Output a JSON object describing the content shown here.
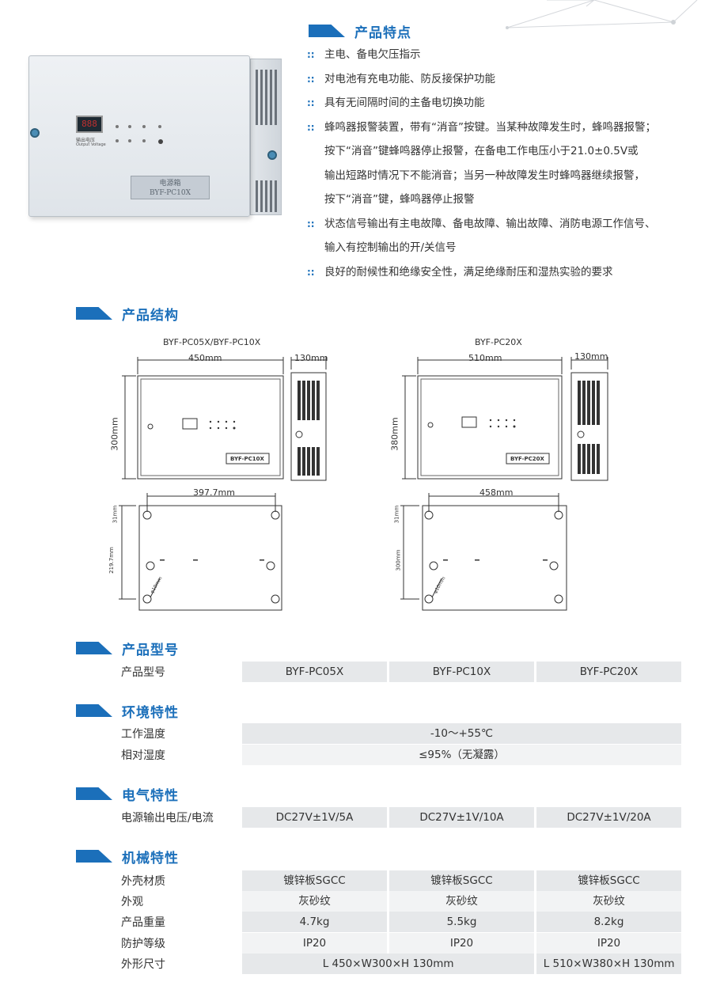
{
  "features": {
    "title": "产品特点",
    "items": [
      "主电、备电欠压指示",
      "对电池有充电功能、防反接保护功能",
      "具有无间隔时间的主备电切换功能",
      "蜂鸣器报警装置，带有“消音”按键。当某种故障发生时，蜂鸣器报警；",
      "按下“消音”键蜂鸣器停止报警，在备电工作电压小于21.0±0.5V或",
      "输出短路时情况下不能消音；当另一种故障发生时蜂鸣器继续报警，",
      "按下“消音”键，蜂鸣器停止报警",
      "状态信号输出有主电故障、备电故障、输出故障、消防电源工作信号、",
      "输入有控制输出的开/关信号",
      "良好的耐候性和绝缘安全性，满足绝缘耐压和湿热实验的要求"
    ],
    "bullet": "::"
  },
  "photo": {
    "lcd": "888",
    "lcd_caption_cn": "输出电压",
    "lcd_caption_en": "Output Voltage",
    "plate_line1": "电源箱",
    "plate_line2": "BYF-PC10X"
  },
  "structure": {
    "title": "产品结构",
    "left": {
      "model": "BYF-PC05X/BYF-PC10X",
      "width": "450mm",
      "depth": "130mm",
      "height": "300mm",
      "hole_span": "397.7mm",
      "top_offset": "31mm",
      "hole_height": "219.7mm",
      "hole_dia": "φ10mm",
      "plate": "BYF-PC10X"
    },
    "right": {
      "model": "BYF-PC20X",
      "width": "510mm",
      "depth": "130mm",
      "height": "380mm",
      "hole_span": "458mm",
      "top_offset": "31mm",
      "hole_height": "300mm",
      "hole_dia": "φ10mm",
      "plate": "BYF-PC20X"
    }
  },
  "model_section": {
    "title": "产品型号",
    "rows": [
      {
        "label": "产品型号",
        "cells": [
          "BYF-PC05X",
          "BYF-PC10X",
          "BYF-PC20X"
        ]
      }
    ]
  },
  "env_section": {
    "title": "环境特性",
    "rows": [
      {
        "label": "工作温度",
        "cells": [
          "-10～+55℃"
        ]
      },
      {
        "label": "相对湿度",
        "cells": [
          "≤95%（无凝露）"
        ]
      }
    ]
  },
  "elec_section": {
    "title": "电气特性",
    "rows": [
      {
        "label": "电源输出电压/电流",
        "cells": [
          "DC27V±1V/5A",
          "DC27V±1V/10A",
          "DC27V±1V/20A"
        ]
      }
    ]
  },
  "mech_section": {
    "title": "机械特性",
    "rows": [
      {
        "label": "外壳材质",
        "cells": [
          "镀锌板SGCC",
          "镀锌板SGCC",
          "镀锌板SGCC"
        ]
      },
      {
        "label": "外观",
        "cells": [
          "灰砂纹",
          "灰砂纹",
          "灰砂纹"
        ]
      },
      {
        "label": "产品重量",
        "cells": [
          "4.7kg",
          "5.5kg",
          "8.2kg"
        ]
      },
      {
        "label": "防护等级",
        "cells": [
          "IP20",
          "IP20",
          "IP20"
        ]
      },
      {
        "label": "外形尺寸",
        "cells": [
          "L 450×W300×H 130mm",
          "L 510×W380×H 130mm"
        ]
      }
    ]
  },
  "colors": {
    "accent": "#1b6fba",
    "cell_dark": "#e6e8ea",
    "cell_light": "#f2f3f4"
  }
}
